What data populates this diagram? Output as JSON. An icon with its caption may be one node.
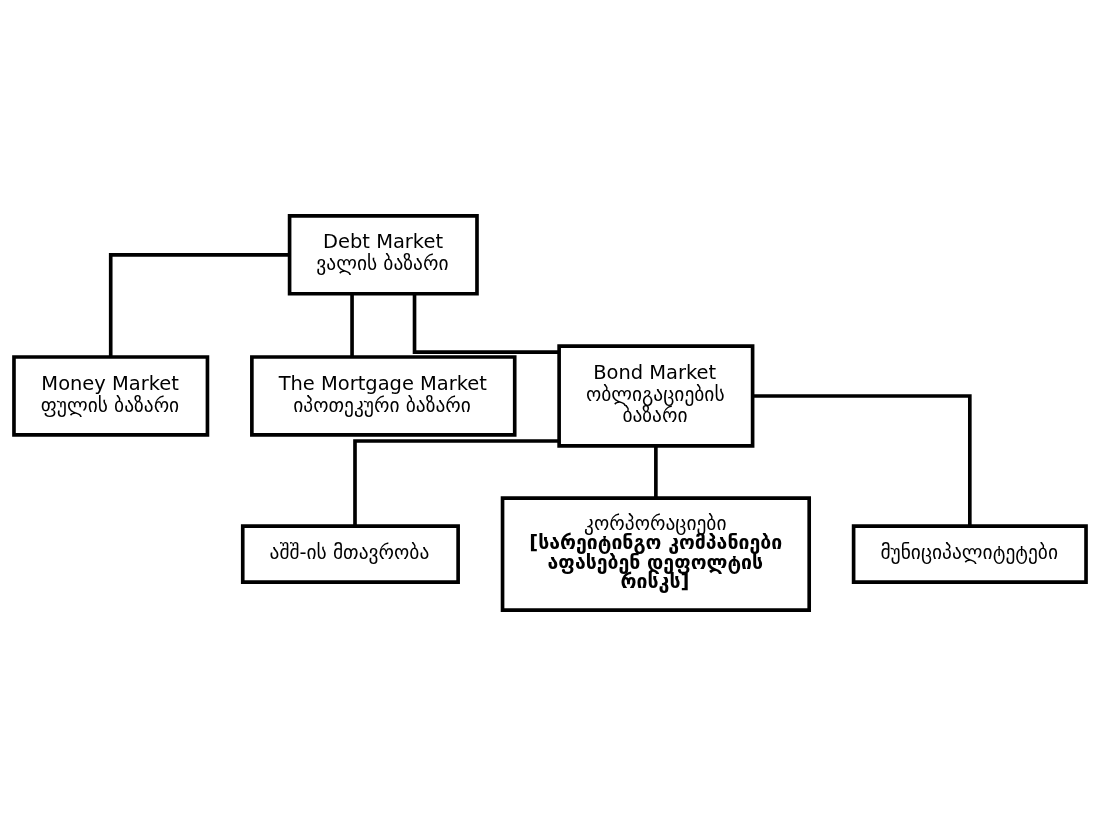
{
  "diagram": {
    "nodes": [
      {
        "text": [
          "Debt Market",
          "ვალის ბაზარი"
        ]
      },
      {
        "text": [
          "Money Market",
          "ფულის ბაზარი"
        ]
      },
      {
        "text": [
          "The Mortgage Market",
          "იპოთეკური ბაზარი"
        ]
      },
      {
        "text": [
          "Bond Market",
          "ობლიგაციების ბაზარი"
        ]
      },
      {
        "text": [
          "აშშ-ის მთავრობა"
        ]
      },
      {
        "text": [
          "კორპორაციები",
          "[სარეიტინგო კომპანიები აფასებენ დეფოლტის რისკს]"
        ]
      },
      {
        "text": [
          "მუნიციპალიტეტები"
        ]
      }
    ],
    "edges": [
      {
        "from": 0,
        "to": 1,
        "arrow": "none"
      },
      {
        "from": 0,
        "to": 2,
        "arrow": "none"
      },
      {
        "from": 0,
        "to": 3,
        "arrow": "none"
      },
      {
        "from": 3,
        "to": 4,
        "arrow": "none"
      },
      {
        "from": 3,
        "to": 5,
        "arrow": "none"
      },
      {
        "from": 3,
        "to": 6,
        "arrow": "none"
      }
    ]
  }
}
